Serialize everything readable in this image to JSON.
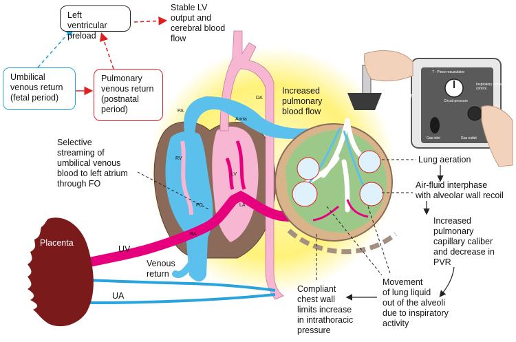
{
  "boxes": {
    "lv_preload": "Left ventricular\npreload",
    "umbilical_return": "Umbilical\nvenous return\n(fetal period)",
    "pulmonary_return": "Pulmonary\nvenous return\n(postnatal\nperiod)"
  },
  "labels": {
    "stable_lv": "Stable LV\noutput and\ncerebral blood\nflow",
    "increased_flow": "Increased\npulmonary\nblood flow",
    "selective": "Selective\nstreaming of\numbilical venous\nblood to left atrium\nthrough FO",
    "lung_aeration": "Lung aeration",
    "air_fluid": "Air-fluid interphase\nwith alveolar wall recoil",
    "capillary": "Increased\npulmonary\ncapillary caliber\nand decrease in\nPVR",
    "movement": "Movement\nof lung liquid\nout of the alveoli\ndue to inspiratory\nactivity",
    "chest_wall": "Compliant\nchest wall\nlimits increase\nin intrathoracic\npressure",
    "placenta": "Placenta",
    "uv": "UV",
    "ua": "UA",
    "venous_return": "Venous\nreturn"
  },
  "heart_labels": {
    "pa": "PA",
    "rv": "RV",
    "aorta": "Aorta",
    "da": "DA",
    "lv": "LV",
    "la": "LA",
    "fo": "FO",
    "ra": "RA"
  },
  "device_labels": {
    "title": "T - Piece\nresuscitator",
    "circuit": "Circuit pressure",
    "insp": "Inspiratory\npressure\ncontrol",
    "gas_inlet": "Gas inlet",
    "gas_outlet": "Gas outlet"
  },
  "colors": {
    "blue": "#5bc0eb",
    "pink": "#f7b6d2",
    "magenta": "#e6007e",
    "placenta": "#7a1a1a",
    "heart_brown": "#8b6a5a",
    "glow": "#fff27a",
    "lung_green": "#9cc98a",
    "red_arrow": "#e02020",
    "blue_arrow": "#29a3dd"
  }
}
